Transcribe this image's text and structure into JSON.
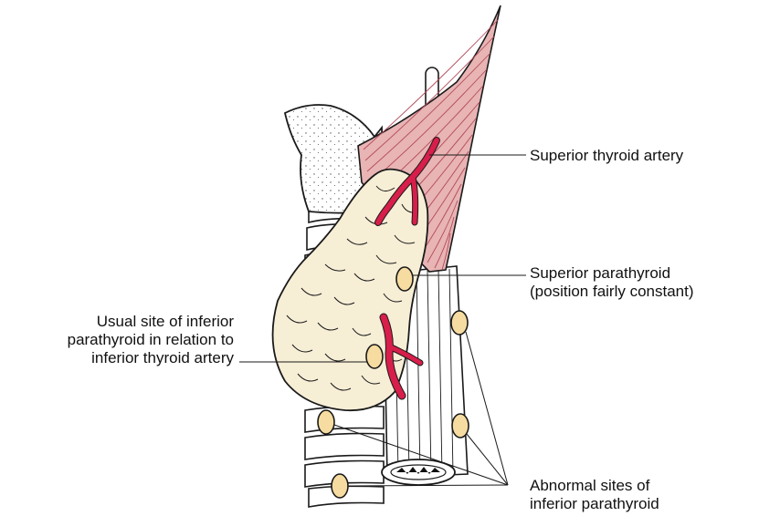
{
  "labels": {
    "superior_thyroid_artery": "Superior thyroid artery",
    "superior_parathyroid": {
      "line1": "Superior parathyroid",
      "line2": "(position fairly constant)"
    },
    "usual_site": {
      "line1": "Usual site of inferior",
      "line2": "parathyroid in relation to",
      "line3": "inferior thyroid artery"
    },
    "abnormal_sites": {
      "line1": "Abnormal sites of",
      "line2": "inferior parathyroid"
    }
  },
  "colors": {
    "muscle_fill": "#e8b4b4",
    "muscle_lines": "#b24a5a",
    "thyroid_fill": "#f7eed6",
    "parathyroid_fill": "#f6dca0",
    "artery": "#d81e4a",
    "outline": "#1a1a1a"
  }
}
